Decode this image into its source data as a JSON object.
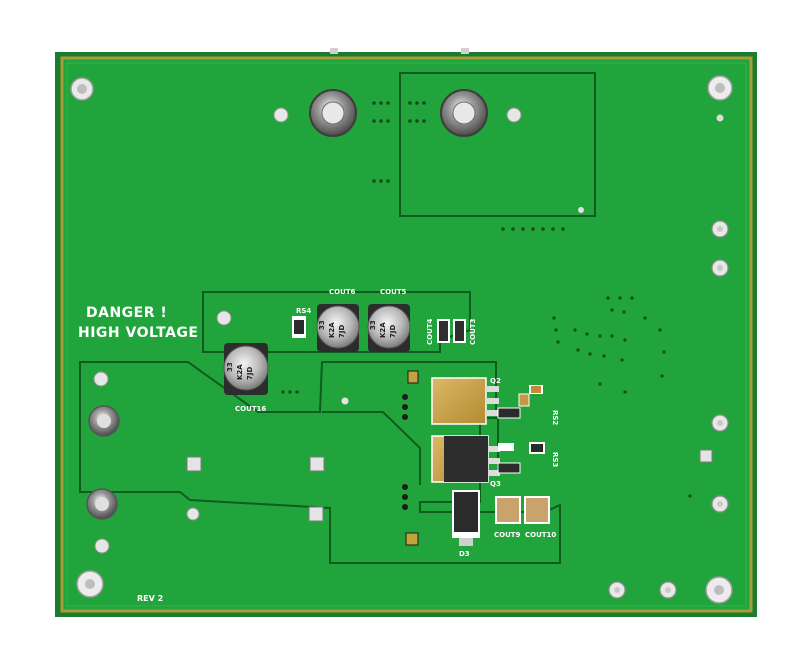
{
  "board": {
    "warning_line1": "DANGER !",
    "warning_line2": "HIGH VOLTAGE",
    "revision": "REV 2",
    "colors": {
      "solder_mask": "#1fa23a",
      "solder_mask_dark": "#16852d",
      "trace": "#0f6a22",
      "silkscreen": "#ffffff",
      "gold": "#c9a24a",
      "copper_pad": "#b8b8a8"
    }
  },
  "labels": {
    "cout6": "COUT6",
    "cout5": "COUT5",
    "cout4": "COUT4",
    "cout3": "COUT3",
    "cout16": "COUT16",
    "cout9": "COUT9",
    "cout10": "COUT10",
    "rs4": "RS4",
    "rs2": "RS2",
    "rs3": "RS3",
    "q2": "Q2",
    "q3": "Q3",
    "d3": "D3"
  },
  "capacitor_marking": {
    "line1": "33",
    "line2": "K2A",
    "line3": "7JD"
  }
}
